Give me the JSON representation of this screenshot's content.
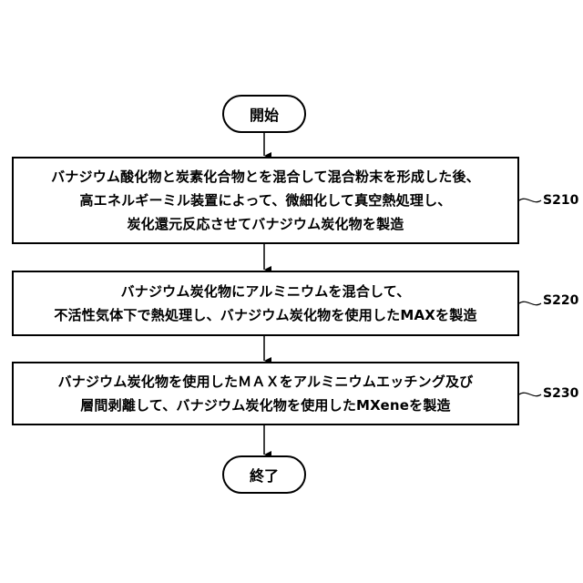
{
  "flow": {
    "start": "開始",
    "end": "終了",
    "steps": [
      {
        "id": "S210",
        "lines": [
          "バナジウム酸化物と炭素化合物とを混合して混合粉末を形成した後、",
          "高エネルギーミル装置によって、微細化して真空熱処理し、",
          "炭化還元反応させてバナジウム炭化物を製造"
        ]
      },
      {
        "id": "S220",
        "lines": [
          "バナジウム炭化物にアルミニウムを混合して、",
          "不活性気体下で熱処理し、バナジウム炭化物を使用したMAXを製造"
        ]
      },
      {
        "id": "S230",
        "lines": [
          "バナジウム炭化物を使用したＭＡＸをアルミニウムエッチング及び",
          "層間剥離して、バナジウム炭化物を使用したMXeneを製造"
        ]
      }
    ]
  }
}
